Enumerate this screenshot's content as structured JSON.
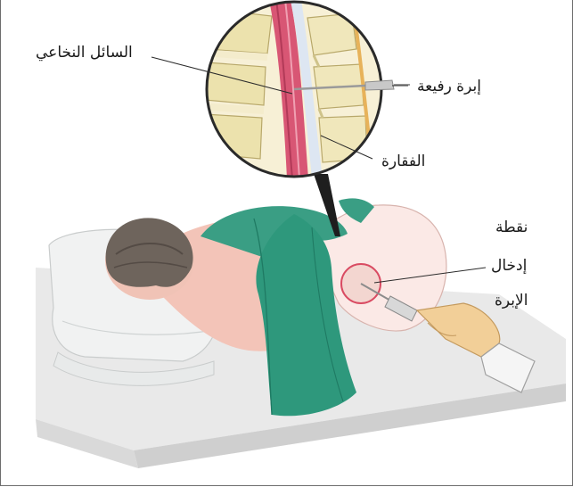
{
  "labels": {
    "csf": "السائل النخاعي",
    "needle": "إبرة رفيعة",
    "vertebra": "الفقارة",
    "insertion_line1": "نقطة",
    "insertion_line2": "إدخال",
    "insertion_line3": "الإبرة"
  },
  "colors": {
    "sheet": "#2f9a7e",
    "skin": "#f2c2b6",
    "bone": "#efe6b4",
    "spinal_cord": "#d4516e",
    "hair": "#6a6058",
    "pillow": "#eef0f0",
    "table": "#e6e6e6"
  }
}
